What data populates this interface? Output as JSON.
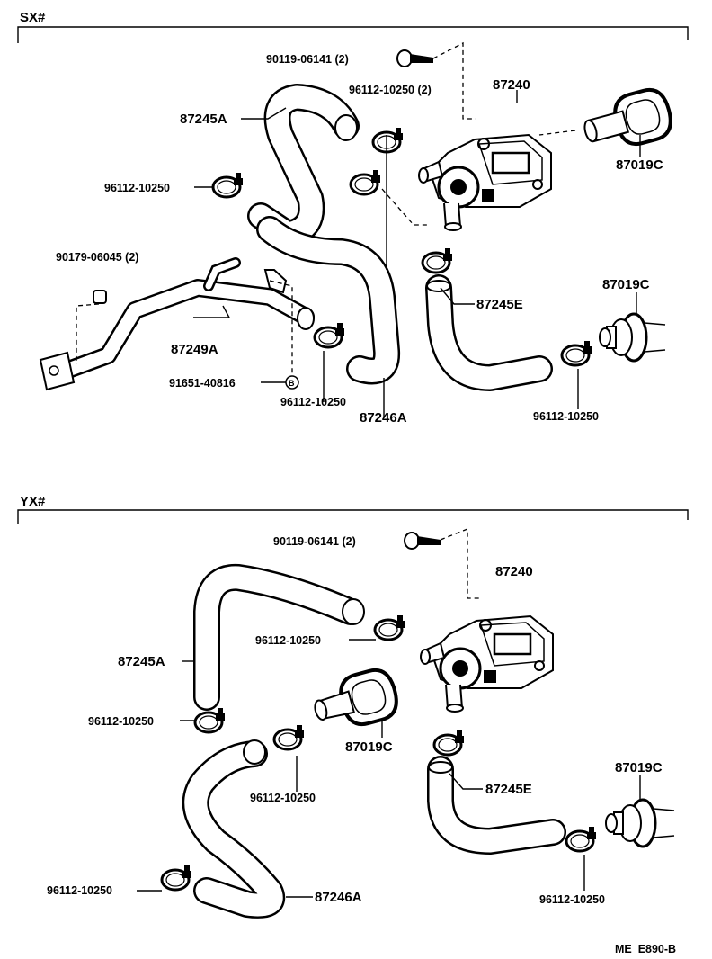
{
  "sections": {
    "sx": {
      "header": "SX#"
    },
    "yx": {
      "header": "YX#"
    }
  },
  "sx_labels": {
    "bolt": "90119-06141 (2)",
    "clamp_top": "96112-10250 (2)",
    "valve": "87240",
    "hose_a": "87245A",
    "grommet_right": "87019C",
    "clamp_left": "96112-10250",
    "nut": "90179-06045 (2)",
    "hose_e": "87245E",
    "grommet_lower": "87019C",
    "pipe": "87249A",
    "stud": "91651-40816",
    "clamp_mid": "96112-10250",
    "hose_b": "87246A",
    "clamp_bottom": "96112-10250"
  },
  "yx_labels": {
    "bolt": "90119-06141 (2)",
    "valve": "87240",
    "clamp_top": "96112-10250",
    "hose_a": "87245A",
    "clamp_left": "96112-10250",
    "grommet_mid": "87019C",
    "hose_e": "87245E",
    "grommet_right": "87019C",
    "clamp_mid": "96112-10250",
    "clamp_lower_left": "96112-10250",
    "hose_b": "87246A",
    "clamp_bottom": "96112-10250"
  },
  "footer": {
    "code": "ME  E890-B"
  }
}
